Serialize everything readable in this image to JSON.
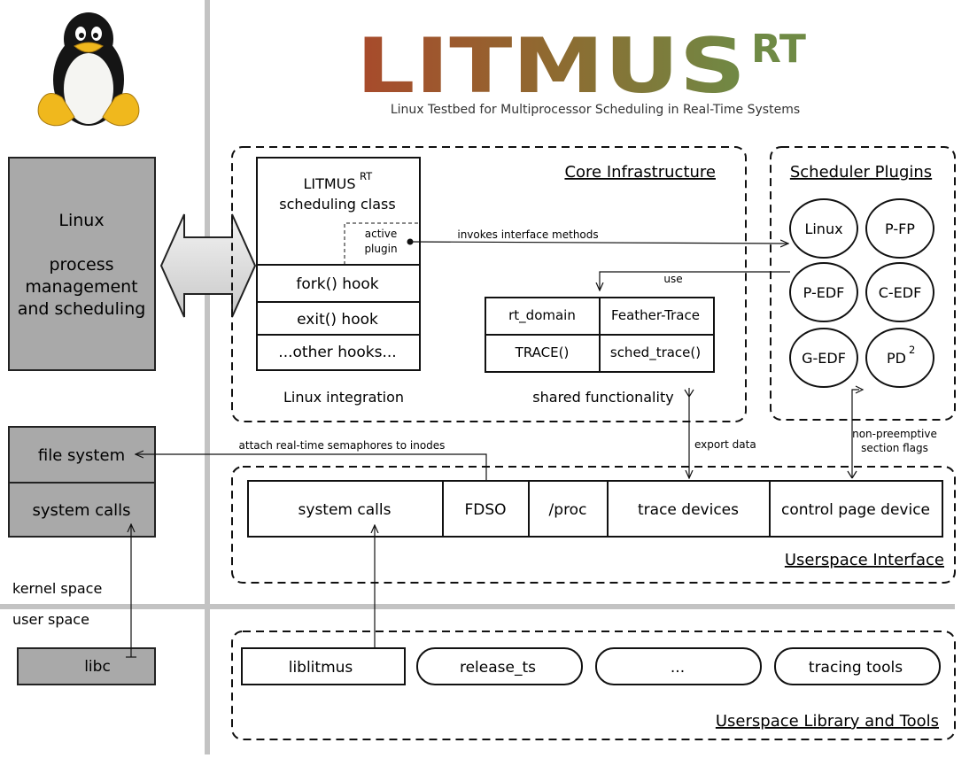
{
  "logo": {
    "title_main": "LITMUS",
    "title_sup": "RT",
    "subtitle": "Linux Testbed for Multiprocessor Scheduling in Real-Time Systems"
  },
  "kernel": {
    "linux_box": {
      "line1": "Linux",
      "line2": "process",
      "line3": "management",
      "line4": "and scheduling"
    },
    "file_system": "file system",
    "system_calls": "system calls",
    "kernel_space": "kernel space",
    "user_space": "user space",
    "libc": "libc"
  },
  "core": {
    "title": "Core Infrastructure",
    "class_box": {
      "line1": "LITMUS",
      "line1_sup": "RT",
      "line2": "scheduling class",
      "active1": "active",
      "active2": "plugin"
    },
    "hooks": [
      "fork() hook",
      "exit() hook",
      "...other hooks..."
    ],
    "linux_integration": "Linux integration",
    "grid": {
      "rt_domain": "rt_domain",
      "feather_trace": "Feather-Trace",
      "trace": "TRACE()",
      "sched_trace": "sched_trace()"
    },
    "shared_functionality": "shared functionality"
  },
  "plugins": {
    "title": "Scheduler Plugins",
    "items": [
      "Linux",
      "P-FP",
      "P-EDF",
      "C-EDF",
      "G-EDF",
      "PD"
    ],
    "pd_sup": "2"
  },
  "edges": {
    "invokes": "invokes interface methods",
    "use": "use",
    "export_data": "export data",
    "np1": "non-preemptive",
    "np2": "section flags",
    "attach": "attach real-time semaphores to inodes"
  },
  "userspace_interface": {
    "title": "Userspace Interface",
    "cells": [
      "system calls",
      "FDSO",
      "/proc",
      "trace devices",
      "control page device"
    ]
  },
  "library": {
    "title": "Userspace Library and Tools",
    "items": [
      "liblitmus",
      "release_ts",
      "...",
      "tracing tools"
    ]
  },
  "colors": {
    "logo_gradient": [
      "#a84a2c",
      "#8f6a30",
      "#6f8a45"
    ],
    "gray_box": "#a9a9a9",
    "separator": "#c3c3c3"
  },
  "icons": [
    "tux-penguin-icon",
    "double-arrow-icon"
  ]
}
